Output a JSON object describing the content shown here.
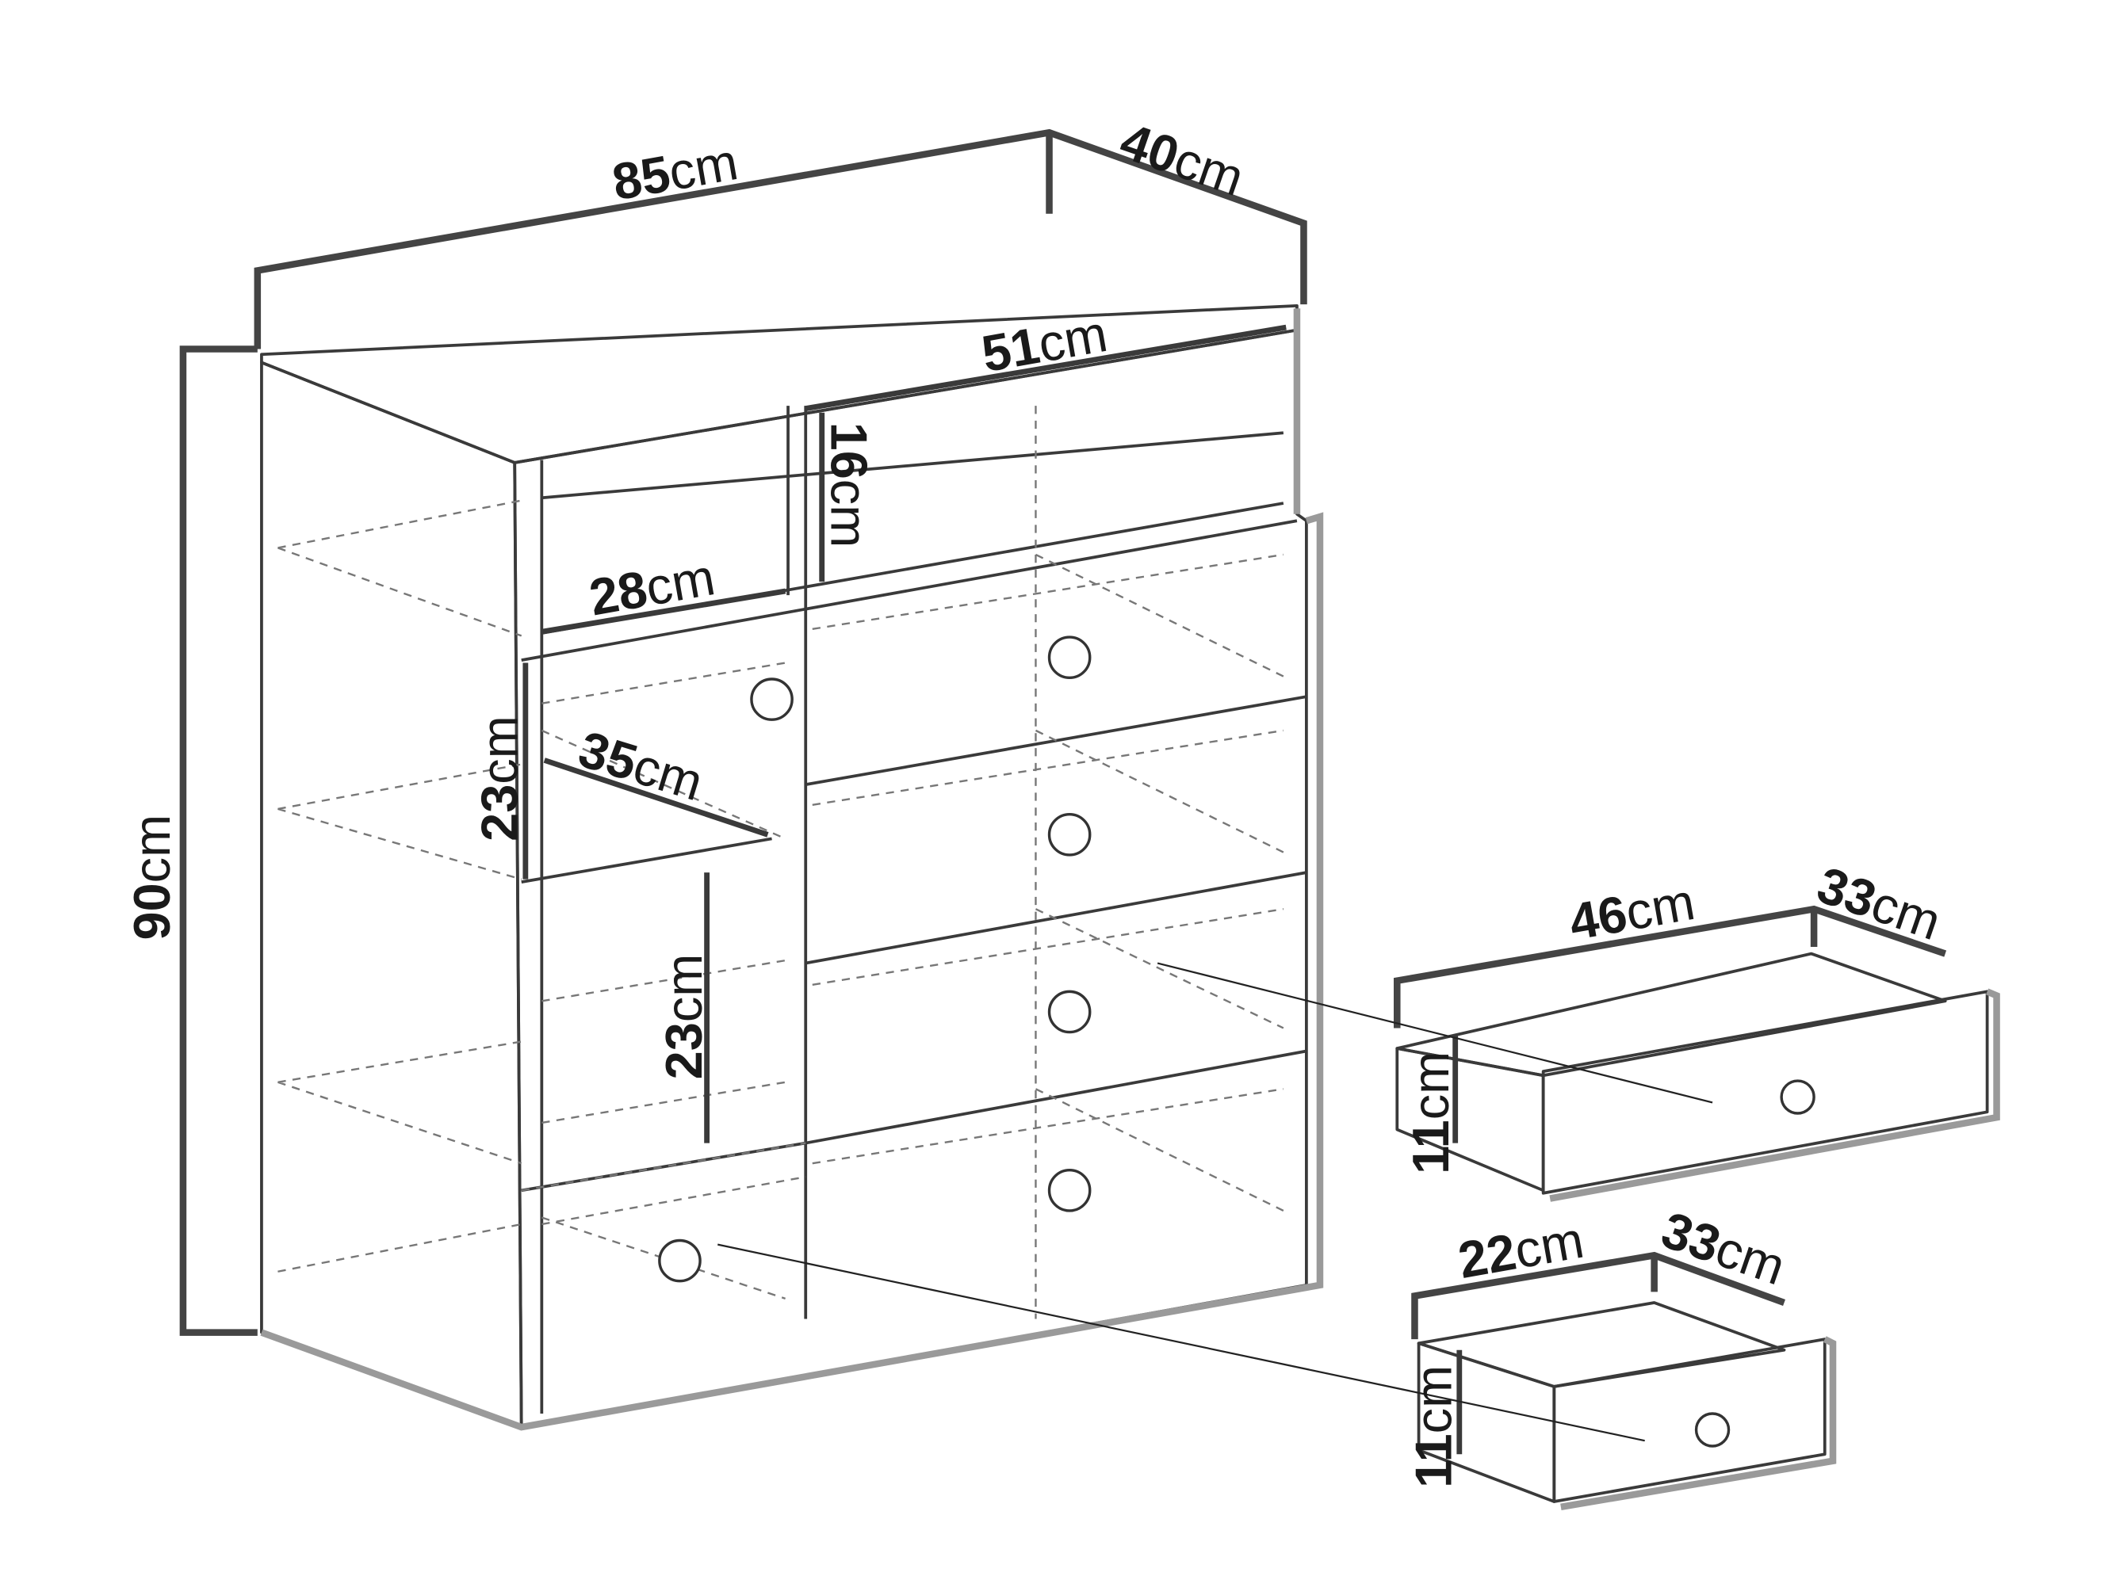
{
  "dimensions": {
    "total_width": {
      "value": "85",
      "unit": "cm"
    },
    "total_depth": {
      "value": "40",
      "unit": "cm"
    },
    "total_height": {
      "value": "90",
      "unit": "cm"
    },
    "top_shelf_width": {
      "value": "51",
      "unit": "cm"
    },
    "top_shelf_height": {
      "value": "16",
      "unit": "cm"
    },
    "small_shelf_width": {
      "value": "28",
      "unit": "cm"
    },
    "cabinet_shelf_height_upper": {
      "value": "23",
      "unit": "cm"
    },
    "cabinet_shelf_depth": {
      "value": "35",
      "unit": "cm"
    },
    "cabinet_shelf_height_lower": {
      "value": "23",
      "unit": "cm"
    },
    "large_drawer_width": {
      "value": "46",
      "unit": "cm"
    },
    "large_drawer_depth": {
      "value": "33",
      "unit": "cm"
    },
    "large_drawer_height": {
      "value": "11",
      "unit": "cm"
    },
    "small_drawer_width": {
      "value": "22",
      "unit": "cm"
    },
    "small_drawer_depth": {
      "value": "33",
      "unit": "cm"
    },
    "small_drawer_height": {
      "value": "11",
      "unit": "cm"
    }
  }
}
